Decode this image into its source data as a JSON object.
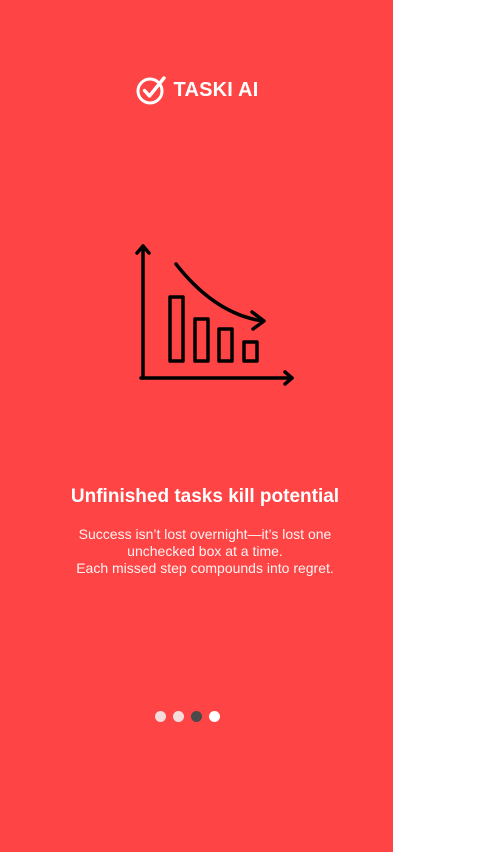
{
  "brand": {
    "name": "TASKI AI",
    "logo_icon": "check-circle-icon"
  },
  "illustration": {
    "icon": "declining-bar-chart-icon"
  },
  "onboarding": {
    "title": "Unfinished tasks kill potential",
    "body_lines": [
      "Success isn’t lost overnight—it’s lost one",
      "unchecked box at a time.",
      "Each missed step compounds into regret."
    ]
  },
  "pagination": {
    "total": 4,
    "active_index": 2
  },
  "colors": {
    "background": "#fe4444",
    "text": "#ffffff",
    "dot_inactive": "#f4dcdc",
    "dot_active": "#4a4a4a"
  }
}
